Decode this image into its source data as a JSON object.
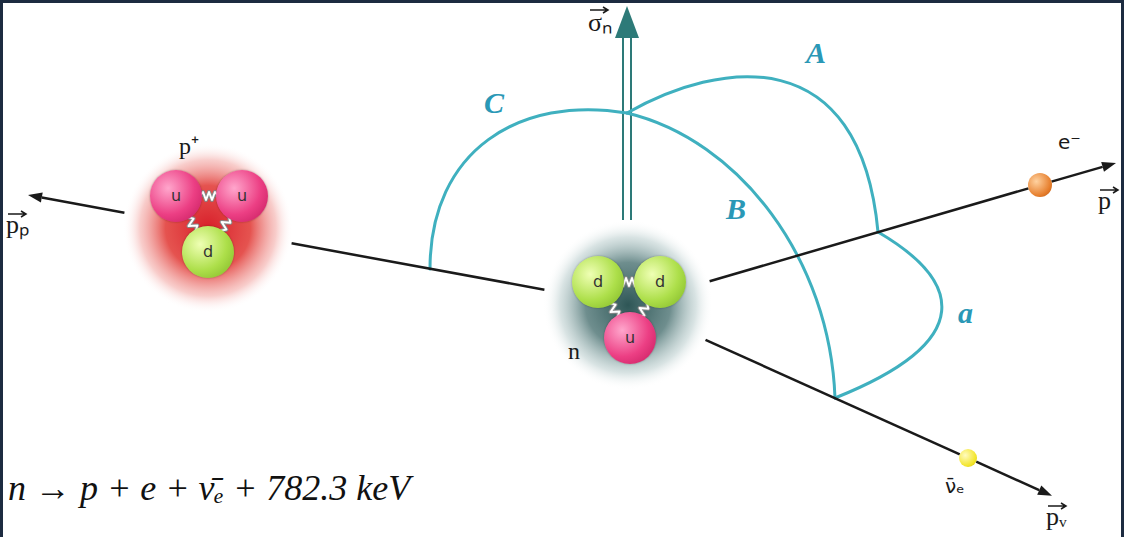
{
  "diagram": {
    "nodes": [
      {
        "text": [
          "p⁺"
        ]
      },
      {
        "text": [
          "u"
        ],
        "in": 0
      },
      {
        "text": [
          "u"
        ],
        "in": 0
      },
      {
        "text": [
          "d"
        ],
        "in": 0
      },
      {
        "text": [
          "n"
        ]
      },
      {
        "text": [
          "d"
        ],
        "in": 4
      },
      {
        "text": [
          "d"
        ],
        "in": 4
      },
      {
        "text": [
          "u"
        ],
        "in": 4
      },
      {
        "text": [
          "e⁻"
        ]
      },
      {
        "text": [
          "ν̄ₑ"
        ]
      }
    ],
    "edges": [
      {
        "from": 4,
        "to": 0,
        "arrow": "none"
      },
      {
        "from": 4,
        "to": 8,
        "arrow": "none"
      },
      {
        "from": 4,
        "to": 9,
        "arrow": "none"
      }
    ],
    "labels": [
      "σₙ",
      "C",
      "A",
      "pₚ",
      "B",
      "p",
      "a",
      "pᵥ",
      "n → p + e + ν̄ₑ + 782.3 keV"
    ]
  }
}
